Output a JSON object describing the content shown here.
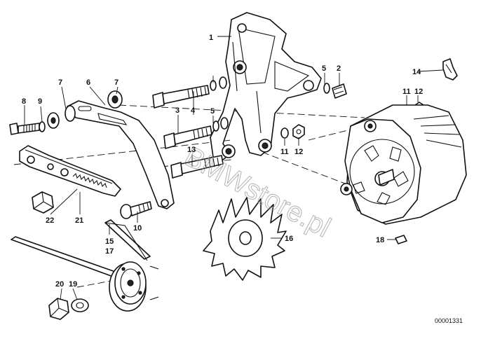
{
  "diagram": {
    "diagram_id": "00001331",
    "watermark": "BMWstore.pl",
    "callouts": [
      "1",
      "2",
      "3",
      "4",
      "5",
      "5",
      "6",
      "7",
      "7",
      "8",
      "9",
      "10",
      "11",
      "11",
      "12",
      "12",
      "13",
      "14",
      "15",
      "16",
      "17",
      "18",
      "19",
      "20",
      "21",
      "22"
    ]
  },
  "colors": {
    "line": "#111111",
    "background": "#ffffff",
    "watermark": "#9a9a9a"
  }
}
